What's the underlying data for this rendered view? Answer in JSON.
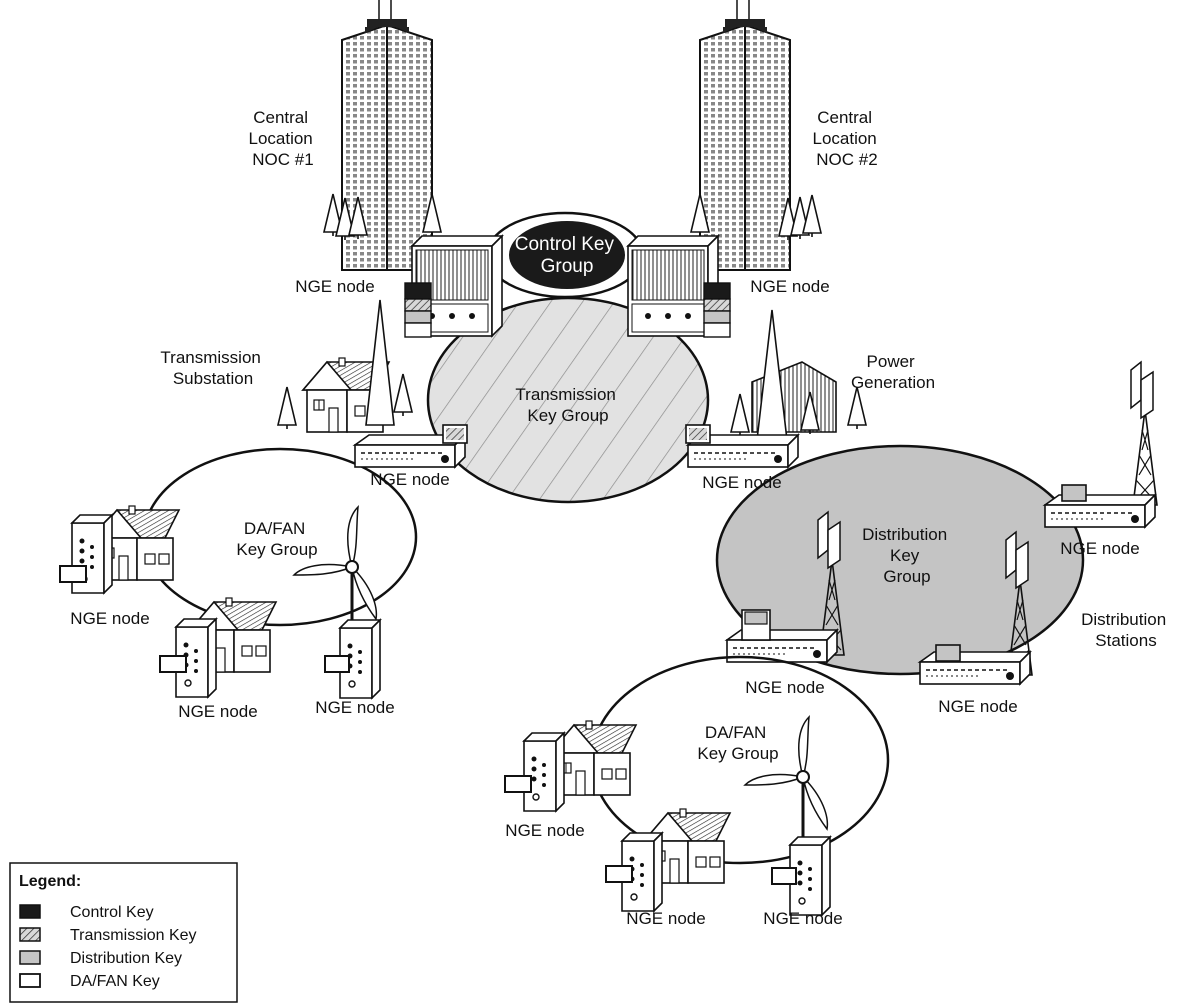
{
  "noc": {
    "left": [
      "Central",
      "Location",
      "NOC #1"
    ],
    "right": [
      "Central",
      "Location",
      "NOC #2"
    ]
  },
  "groups": {
    "control": [
      "Control Key",
      "Group"
    ],
    "transmission": [
      "Transmission",
      "Key Group"
    ],
    "distribution": [
      "Distribution",
      "Key",
      "Group"
    ],
    "dafan_upper": [
      "DA/FAN",
      "Key Group"
    ],
    "dafan_lower": [
      "DA/FAN",
      "Key Group"
    ]
  },
  "sites": {
    "transmission_substation": [
      "Transmission",
      "Substation"
    ],
    "power_generation": [
      "Power",
      "Generation"
    ],
    "distribution_stations": [
      "Distribution",
      "Stations"
    ]
  },
  "node_label": "NGE node",
  "legend": {
    "title": "Legend:",
    "items": [
      {
        "label": "Control Key",
        "swatch": "control"
      },
      {
        "label": "Transmission Key",
        "swatch": "transmission"
      },
      {
        "label": "Distribution Key",
        "swatch": "distribution"
      },
      {
        "label": "DA/FAN Key",
        "swatch": "dafan"
      }
    ]
  },
  "colors": {
    "control": "#1a1a1a",
    "transmission_fill": "#e2e2e2",
    "distribution_fill": "#c4c4c4",
    "line": "#111111"
  }
}
